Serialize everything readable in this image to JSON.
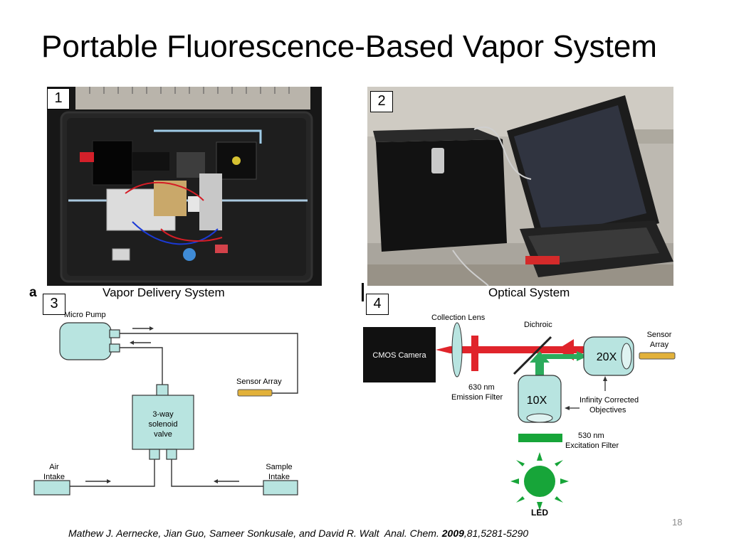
{
  "slide": {
    "title": "Portable Fluorescence-Based Vapor System",
    "slide_number": "18"
  },
  "panels": {
    "p1": {
      "number": "1"
    },
    "p2": {
      "number": "2"
    },
    "p3": {
      "number": "3"
    },
    "p4": {
      "number": "4"
    }
  },
  "vapor": {
    "letter": "a",
    "title": "Vapor Delivery System",
    "micro_pump": "Micro Pump",
    "valve_line1": "3-way",
    "valve_line2": "solenoid",
    "valve_line3": "valve",
    "sensor_array": "Sensor Array",
    "air_line1": "Air",
    "air_line2": "Intake",
    "sample_line1": "Sample",
    "sample_line2": "Intake"
  },
  "optical": {
    "title": "Optical System",
    "collection_lens": "Collection Lens",
    "dichroic": "Dichroic",
    "sensor_line1": "Sensor",
    "sensor_line2": "Array",
    "cmos": "CMOS Camera",
    "obj20": "20X",
    "obj10": "10X",
    "em_line1": "630 nm",
    "em_line2": "Emission Filter",
    "inf_line1": "Infinity Corrected",
    "inf_line2": "Objectives",
    "ex_line1": "530 nm",
    "ex_line2": "Excitation Filter",
    "led": "LED"
  },
  "citation": {
    "authors": "Mathew J. Aernecke, Jian Guo, Sameer Sonkusale, and David R. Walt",
    "journal": "Anal. Chem.",
    "year": "2009",
    "details": ",81,5281-5290"
  },
  "colors": {
    "component_fill": "#b8e4e0",
    "red_beam": "#e0242b",
    "green_beam": "#2bab5c",
    "led_green": "#17a539",
    "sensor_gold": "#e2b13a",
    "camera_black": "#111111"
  }
}
